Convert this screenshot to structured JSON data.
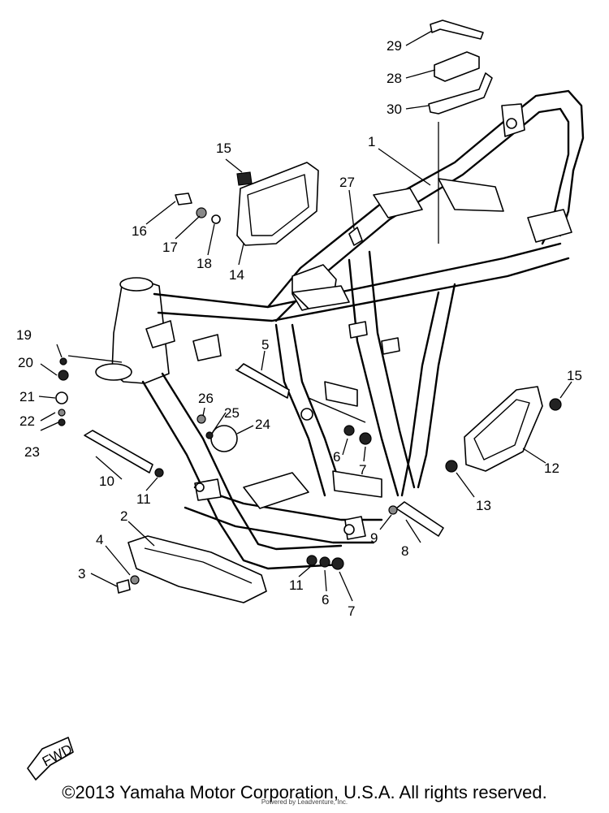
{
  "callouts": [
    {
      "label": "1"
    },
    {
      "label": "2"
    },
    {
      "label": "3"
    },
    {
      "label": "4"
    },
    {
      "label": "5"
    },
    {
      "label": "6"
    },
    {
      "label": "6"
    },
    {
      "label": "7"
    },
    {
      "label": "7"
    },
    {
      "label": "8"
    },
    {
      "label": "9"
    },
    {
      "label": "10"
    },
    {
      "label": "11"
    },
    {
      "label": "11"
    },
    {
      "label": "12"
    },
    {
      "label": "13"
    },
    {
      "label": "14"
    },
    {
      "label": "15"
    },
    {
      "label": "15"
    },
    {
      "label": "16"
    },
    {
      "label": "17"
    },
    {
      "label": "18"
    },
    {
      "label": "19"
    },
    {
      "label": "20"
    },
    {
      "label": "21"
    },
    {
      "label": "22"
    },
    {
      "label": "23"
    },
    {
      "label": "24"
    },
    {
      "label": "25"
    },
    {
      "label": "26"
    },
    {
      "label": "27"
    },
    {
      "label": "28"
    },
    {
      "label": "29"
    },
    {
      "label": "30"
    }
  ],
  "fwd_label": "FWD",
  "copyright": "©2013 Yamaha Motor Corporation, U.S.A. All rights reserved.",
  "watermark": "Powered by Leadventure, Inc."
}
